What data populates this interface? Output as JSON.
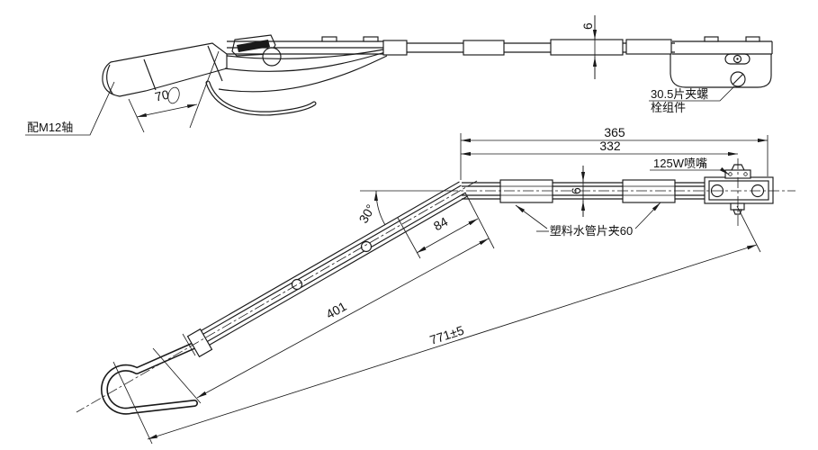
{
  "background": "#ffffff",
  "line_color": "#1a1a1a",
  "labels": {
    "shaft_fit": "配M12轴",
    "clip_bolt_line1": "30.5片夹螺",
    "clip_bolt_line2": "栓组件",
    "nozzle": "125W喷嘴",
    "hose_clip": "塑料水管片夹60"
  },
  "dimensions": {
    "head_width": "70",
    "blade_thickness_top": "6",
    "arm_thickness_side": "6",
    "overall_horizontal": "365",
    "to_nozzle": "332",
    "upper_segment": "84",
    "bend_angle": "30°",
    "lower_segment": "401",
    "total_length": "771±5"
  }
}
